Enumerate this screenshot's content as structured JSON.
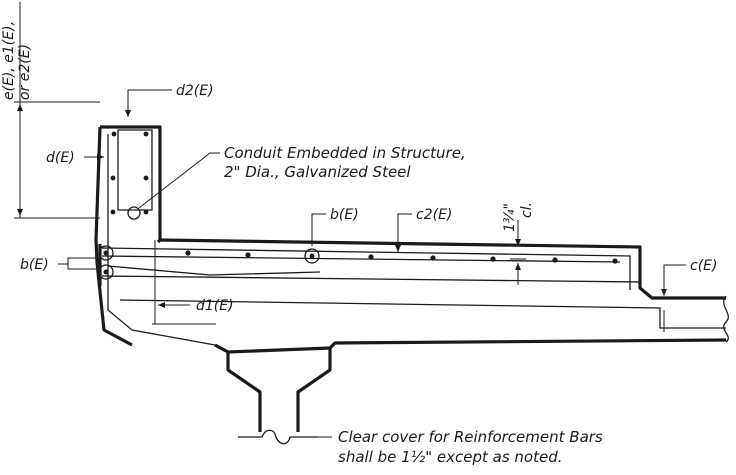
{
  "labels": {
    "e_top": "e(E), e1(E),",
    "e_bottom": "or e2(E)",
    "d": "d(E)",
    "d2": "d2(E)",
    "d1": "d1(E)",
    "b_left": "b(E)",
    "b_mid": "b(E)",
    "c2": "c2(E)",
    "c": "c(E)",
    "cover": "1¾\"",
    "cl": "cl."
  },
  "conduit_note": {
    "line1": "Conduit Embedded in Structure,",
    "line2": "2\" Dia., Galvanized Steel"
  },
  "cover_note": {
    "line1": "Clear cover for Reinforcement Bars",
    "line2": "shall be 1½\" except as noted."
  }
}
